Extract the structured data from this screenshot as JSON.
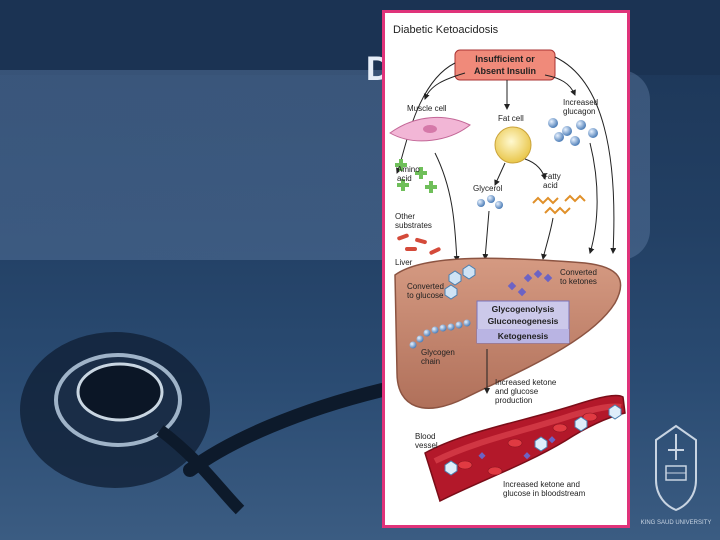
{
  "slide": {
    "title_fragment": "D",
    "logo_caption": "KING SAUD UNIVERSITY"
  },
  "figure": {
    "title": "Diabetic Ketoacidosis",
    "insulin_box": [
      "Insufficient or",
      "Absent Insulin"
    ],
    "muscle_cell": "Muscle cell",
    "fat_cell": "Fat cell",
    "increased_glucagon": [
      "Increased",
      "glucagon"
    ],
    "amino_acid": [
      "Amino",
      "acid"
    ],
    "glycerol": "Glycerol",
    "fatty_acid": [
      "Fatty",
      "acid"
    ],
    "other_substrates": [
      "Other",
      "substrates"
    ],
    "liver": "Liver",
    "converted_to_glucose": [
      "Converted",
      "to glucose"
    ],
    "converted_to_ketones": [
      "Converted",
      "to ketones"
    ],
    "process_box": [
      "Glycogenolysis",
      "Gluconeogenesis",
      "Ketogenesis"
    ],
    "glycogen_chain": [
      "Glycogen",
      "chain"
    ],
    "increased_production": [
      "Increased ketone",
      "and glucose",
      "production"
    ],
    "blood_vessel": [
      "Blood",
      "vessel"
    ],
    "increased_bloodstream": [
      "Increased ketone and",
      "glucose in bloodstream"
    ]
  },
  "colors": {
    "border": "#e0337a",
    "insulin_box": "#f08a7a",
    "liver": "#c98a73",
    "process_box": "#ccc9ea",
    "vessel": "#b3182a"
  }
}
